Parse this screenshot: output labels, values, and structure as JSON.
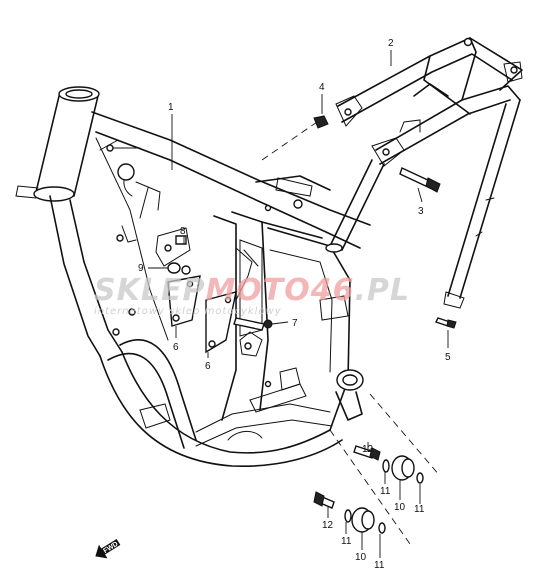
{
  "watermark": {
    "brand_prefix": "SKLEP",
    "brand_accent": "MOTO46",
    "brand_suffix": ".PL",
    "tagline": "internetowy sklep motocyklowy"
  },
  "direction_arrow": "FWD",
  "callouts": [
    {
      "id": "c1",
      "label": "1"
    },
    {
      "id": "c2",
      "label": "2"
    },
    {
      "id": "c3",
      "label": "3"
    },
    {
      "id": "c4",
      "label": "4"
    },
    {
      "id": "c5",
      "label": "5"
    },
    {
      "id": "c6a",
      "label": "6"
    },
    {
      "id": "c6b",
      "label": "6"
    },
    {
      "id": "c7",
      "label": "7"
    },
    {
      "id": "c8",
      "label": "8"
    },
    {
      "id": "c9",
      "label": "9"
    },
    {
      "id": "c10a",
      "label": "10"
    },
    {
      "id": "c10b",
      "label": "10"
    },
    {
      "id": "c11a",
      "label": "11"
    },
    {
      "id": "c11b",
      "label": "11"
    },
    {
      "id": "c11c",
      "label": "11"
    },
    {
      "id": "c11d",
      "label": "11"
    },
    {
      "id": "c12a",
      "label": "12"
    },
    {
      "id": "c12b",
      "label": "12"
    }
  ]
}
